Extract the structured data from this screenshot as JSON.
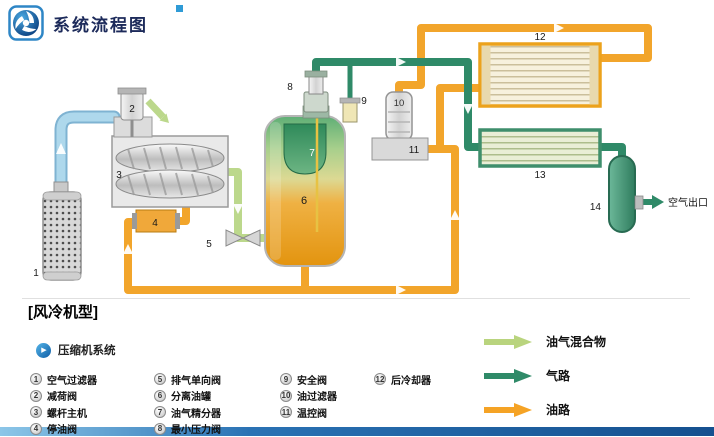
{
  "header": {
    "title": "系统流程图"
  },
  "diagram": {
    "n1": "1",
    "n2": "2",
    "n3": "3",
    "n4": "4",
    "n5": "5",
    "n6": "6",
    "n7": "7",
    "n8": "8",
    "n9": "9",
    "n10": "10",
    "n11": "11",
    "n12": "12",
    "n13": "13",
    "n14": "14",
    "air_outlet": "空气出口"
  },
  "section": {
    "heading": "[风冷机型]",
    "system_label": "压缩机系统"
  },
  "parts": [
    {
      "num": "1",
      "label": "空气过滤器"
    },
    {
      "num": "2",
      "label": "减荷阀"
    },
    {
      "num": "3",
      "label": "螺杆主机"
    },
    {
      "num": "4",
      "label": "停油阀"
    },
    {
      "num": "5",
      "label": "排气单向阀"
    },
    {
      "num": "6",
      "label": "分离油罐"
    },
    {
      "num": "7",
      "label": "油气精分器"
    },
    {
      "num": "8",
      "label": "最小压力阀"
    },
    {
      "num": "9",
      "label": "安全阀"
    },
    {
      "num": "10",
      "label": "油过滤器"
    },
    {
      "num": "11",
      "label": "温控阀"
    },
    {
      "num": "12",
      "label": "后冷却器"
    }
  ],
  "legend": {
    "items": [
      {
        "label": "油气混合物",
        "color": "#b9d47e"
      },
      {
        "label": "气路",
        "color": "#2f8a68"
      },
      {
        "label": "油路",
        "color": "#f5a325"
      }
    ]
  }
}
